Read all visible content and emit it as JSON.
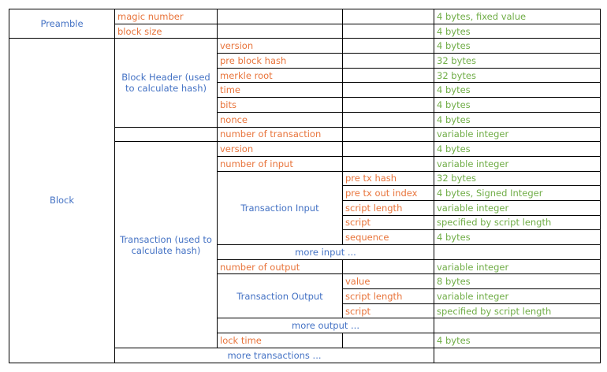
{
  "colors": {
    "field": "#e8743b",
    "size": "#70ad47",
    "section": "#4472c4"
  },
  "preamble": {
    "label": "Preamble",
    "magic": "magic number",
    "magic_size": "4 bytes, fixed value",
    "block_size": "block size",
    "block_size_size": "4 bytes"
  },
  "block": {
    "label": "Block",
    "header": {
      "label": "Block Header (used to calculate hash)",
      "fields": [
        {
          "name": "version",
          "size": "4 bytes"
        },
        {
          "name": "pre block hash",
          "size": "32 bytes"
        },
        {
          "name": "merkle root",
          "size": "32 bytes"
        },
        {
          "name": "time",
          "size": "4 bytes"
        },
        {
          "name": "bits",
          "size": "4 bytes"
        },
        {
          "name": "nonce",
          "size": "4 bytes"
        }
      ]
    },
    "num_tx": {
      "name": "number of transaction",
      "size": "variable integer"
    },
    "transaction": {
      "label": "Transaction (used to calculate hash)",
      "version": {
        "name": "version",
        "size": "4 bytes"
      },
      "num_input": {
        "name": "number of input",
        "size": "variable integer"
      },
      "input": {
        "label": "Transaction Input",
        "fields": [
          {
            "name": "pre tx hash",
            "size": "32 bytes"
          },
          {
            "name": "pre tx out index",
            "size": "4 bytes, Signed Integer"
          },
          {
            "name": "script length",
            "size": "variable integer"
          },
          {
            "name": "script",
            "size": "specified by script length"
          },
          {
            "name": "sequence",
            "size": "4 bytes"
          }
        ]
      },
      "more_input": "more input ...",
      "num_output": {
        "name": "number of output",
        "size": "variable integer"
      },
      "output": {
        "label": "Transaction Output",
        "fields": [
          {
            "name": "value",
            "size": "8 bytes"
          },
          {
            "name": "script length",
            "size": "variable integer"
          },
          {
            "name": "script",
            "size": "specified by script length"
          }
        ]
      },
      "more_output": "more output ...",
      "lock_time": {
        "name": "lock time",
        "size": "4 bytes"
      }
    },
    "more_transactions": "more transactions ..."
  }
}
